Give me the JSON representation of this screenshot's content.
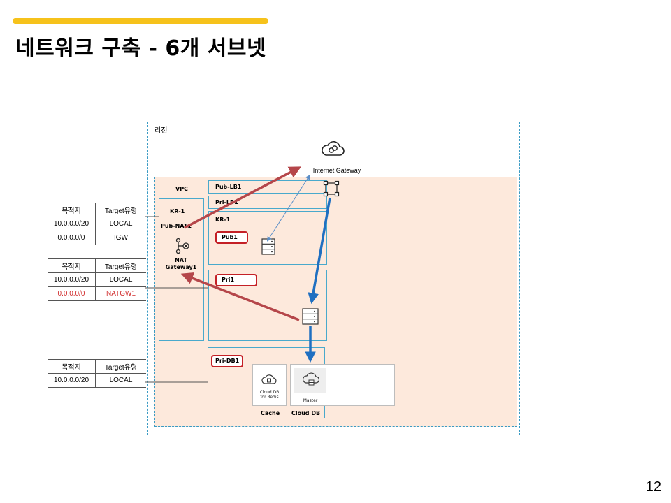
{
  "slide": {
    "title": "네트워크 구축 - 6개 서브넷",
    "page_number": "12",
    "accent_color": "#f6c21b"
  },
  "diagram": {
    "region_label": "리전",
    "internet_gateway_label": "Internet Gateway",
    "vpc_label": "VPC",
    "kr1_left_label": "KR-1",
    "pub_nat_label": "Pub-NAT1",
    "nat_gateway_label": "NAT\nGateway1",
    "pub_lb_label": "Pub-LB1",
    "pri_lb_label": "Pri-LB1",
    "kr1_right_label": "KR-1",
    "pub1_label": "Pub1",
    "pri1_label": "Pri1",
    "pri_db_label": "Pri-DB1",
    "redis_label": "Cloud DB\nfor Redis",
    "master_label": "Master",
    "cache_label": "Cache",
    "cloud_db_label": "Cloud DB",
    "colors": {
      "subnet_border": "#49a9cc",
      "vpc_fill": "#fde9dc",
      "red_arrow": "#b5464a",
      "blue_arrow": "#1f6fc1",
      "tag_border": "#c42026"
    }
  },
  "route_tables": [
    {
      "header": [
        "목적지",
        "Target유형"
      ],
      "rows": [
        [
          "10.0.0.0/20",
          "LOCAL"
        ],
        [
          "0.0.0.0/0",
          "IGW"
        ]
      ]
    },
    {
      "header": [
        "목적지",
        "Target유형"
      ],
      "rows": [
        [
          "10.0.0.0/20",
          "LOCAL"
        ],
        [
          "0.0.0.0/0",
          "NATGW1"
        ]
      ]
    },
    {
      "header": [
        "목적지",
        "Target유형"
      ],
      "rows": [
        [
          "10.0.0.0/20",
          "LOCAL"
        ]
      ]
    }
  ]
}
